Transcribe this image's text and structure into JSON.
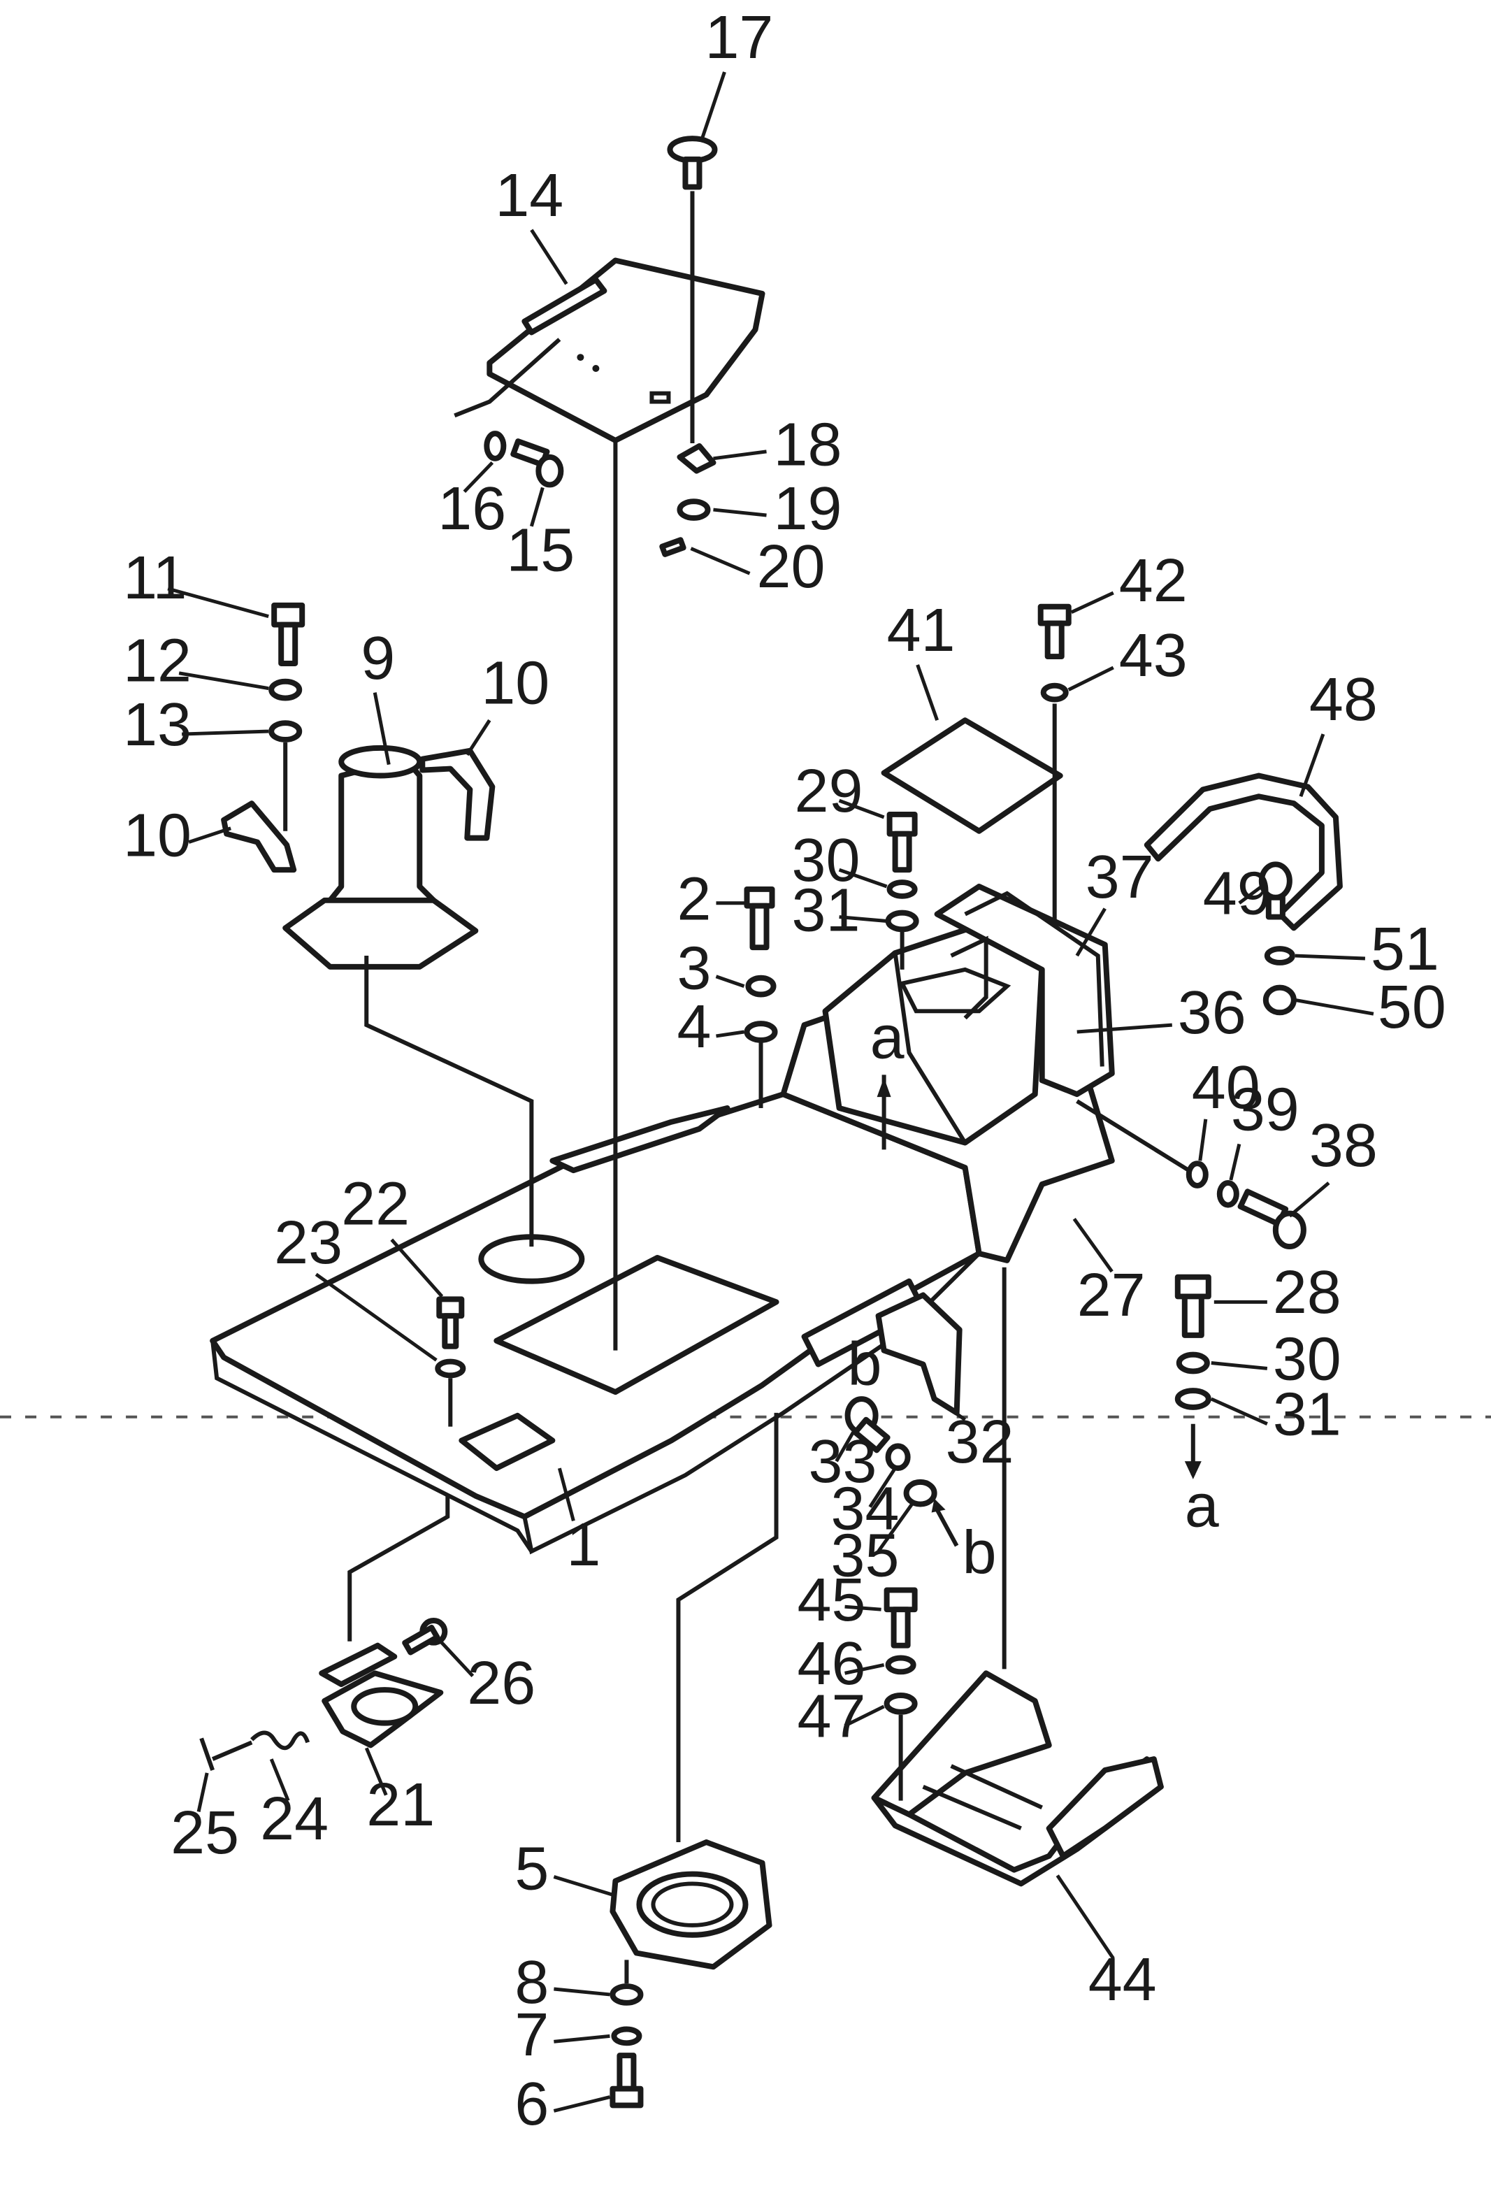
{
  "labels": {
    "p1": "1",
    "p2": "2",
    "p3": "3",
    "p4": "4",
    "p5": "5",
    "p6": "6",
    "p7": "7",
    "p8": "8",
    "p9": "9",
    "p10a": "10",
    "p10b": "10",
    "p11": "11",
    "p12": "12",
    "p13": "13",
    "p14": "14",
    "p15": "15",
    "p16": "16",
    "p17": "17",
    "p18": "18",
    "p19": "19",
    "p20": "20",
    "p21": "21",
    "p22": "22",
    "p23": "23",
    "p24": "24",
    "p25": "25",
    "p26": "26",
    "p27": "27",
    "p28": "28",
    "p29": "29",
    "p30a": "30",
    "p30b": "30",
    "p31a": "31",
    "p31b": "31",
    "p32": "32",
    "p33": "33",
    "p34": "34",
    "p35": "35",
    "p36": "36",
    "p37": "37",
    "p38": "38",
    "p39": "39",
    "p40": "40",
    "p41": "41",
    "p42": "42",
    "p43": "43",
    "p44": "44",
    "p45": "45",
    "p46": "46",
    "p47": "47",
    "p48": "48",
    "p49": "49",
    "p50": "50",
    "p51": "51",
    "refA1": "a",
    "refA2": "a",
    "refB1": "b",
    "refB2": "b"
  }
}
